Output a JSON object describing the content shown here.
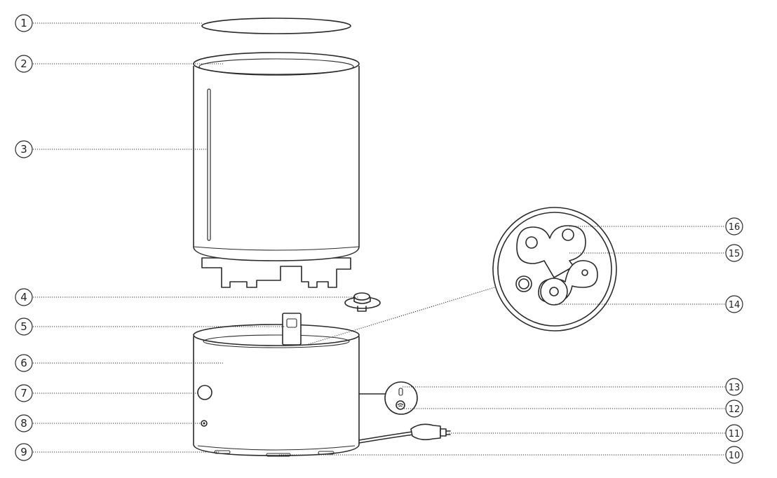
{
  "callouts": [
    {
      "id": "1",
      "part": "filter-cover"
    },
    {
      "id": "2",
      "part": "water-tank-rim"
    },
    {
      "id": "3",
      "part": "water-level-window"
    },
    {
      "id": "4",
      "part": "float-valve"
    },
    {
      "id": "5",
      "part": "nozzle"
    },
    {
      "id": "6",
      "part": "base"
    },
    {
      "id": "7",
      "part": "power-button"
    },
    {
      "id": "8",
      "part": "indicator"
    },
    {
      "id": "9",
      "part": "air-inlet"
    },
    {
      "id": "10",
      "part": "air-inlet-rear"
    },
    {
      "id": "11",
      "part": "power-cord"
    },
    {
      "id": "12",
      "part": "wifi-indicator"
    },
    {
      "id": "13",
      "part": "reset-button"
    },
    {
      "id": "14",
      "part": "atomizer"
    },
    {
      "id": "15",
      "part": "water-level-sensor"
    },
    {
      "id": "16",
      "part": "sensor-hole"
    }
  ],
  "colors": {
    "ink": "#2a2a2a",
    "background": "#ffffff"
  }
}
